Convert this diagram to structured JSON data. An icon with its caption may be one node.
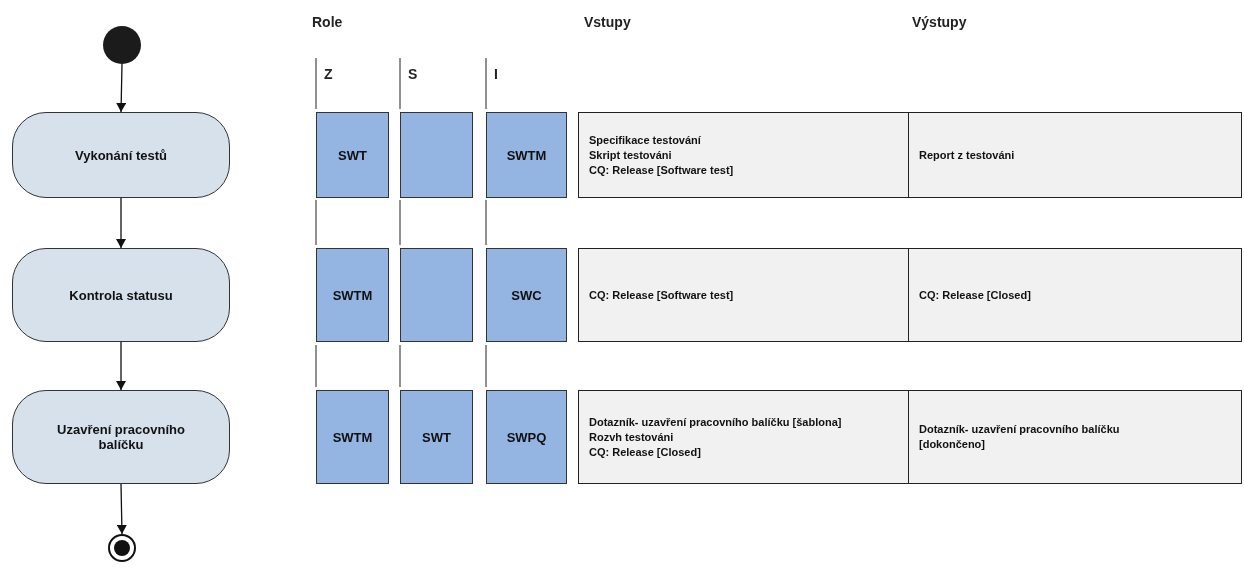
{
  "diagram": {
    "nodes": [
      {
        "text": [],
        "shape": "circle"
      },
      {
        "text": [
          "Vykonání testů"
        ]
      },
      {
        "text": [
          "Kontrola statusu"
        ]
      },
      {
        "text": [
          "Uzavření pracovního balíčku"
        ]
      },
      {
        "text": [],
        "shape": "circle"
      },
      {
        "text": [
          "SWT"
        ]
      },
      {
        "text": [],
        "shape": "box"
      },
      {
        "text": [
          "SWTM"
        ]
      },
      {
        "text": [
          "Specifikace testování",
          "Skript testováni",
          "CQ: Release [Software test]"
        ]
      },
      {
        "text": [
          "Report z testováni"
        ]
      },
      {
        "text": [
          "SWTM"
        ]
      },
      {
        "text": [],
        "shape": "box"
      },
      {
        "text": [
          "SWC"
        ]
      },
      {
        "text": [
          "CQ: Release [Software test]"
        ]
      },
      {
        "text": [
          "CQ: Release [Closed]"
        ]
      },
      {
        "text": [
          "SWTM"
        ]
      },
      {
        "text": [
          "SWT"
        ]
      },
      {
        "text": [
          "SWPQ"
        ]
      },
      {
        "text": [
          "Dotazník- uzavření pracovního balíčku [šablona]",
          "Rozvh testováni",
          "CQ: Release [Closed]"
        ]
      },
      {
        "text": [
          "Dotazník- uzavření pracovního balíčku [dokončeno]"
        ]
      }
    ],
    "edges": [
      {
        "from": 0,
        "to": 1,
        "arrow": "to"
      },
      {
        "from": 1,
        "to": 2,
        "arrow": "to"
      },
      {
        "from": 2,
        "to": 3,
        "arrow": "to"
      },
      {
        "from": 3,
        "to": 4,
        "arrow": "to"
      }
    ],
    "labels": [
      "Role",
      "Vstupy",
      "Výstupy",
      "Z",
      "S",
      "I"
    ]
  }
}
